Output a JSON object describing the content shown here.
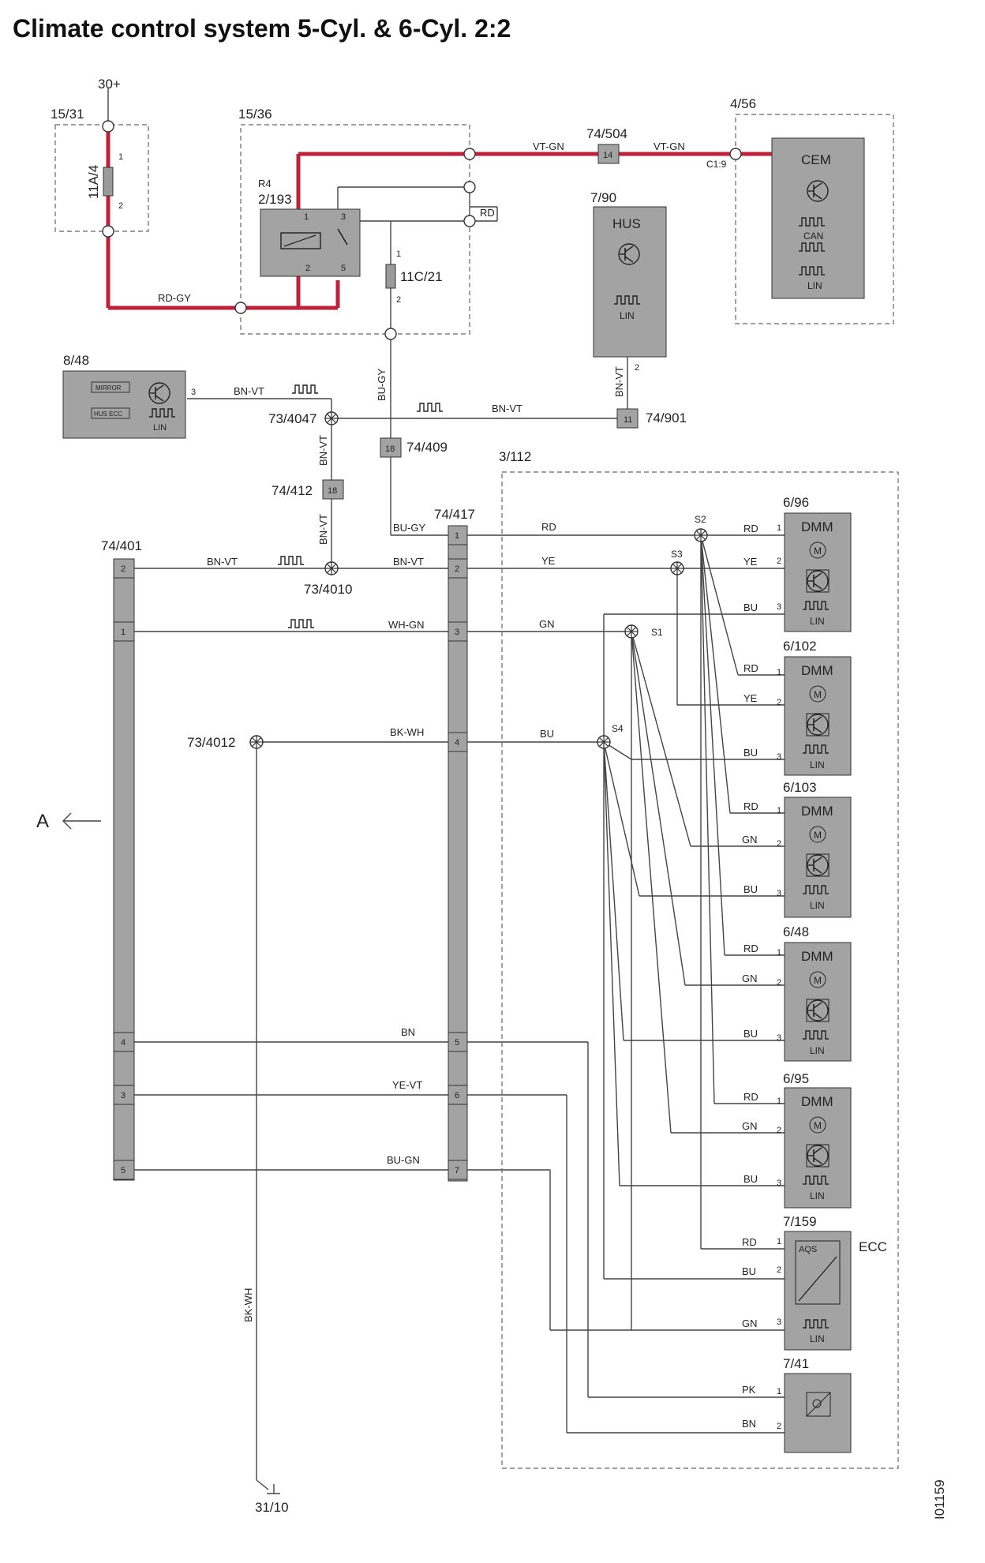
{
  "title": "Climate control system 5-Cyl. & 6-Cyl. 2:2",
  "doc_id": "I01159",
  "supply": "30+",
  "ground": "31/10",
  "arrow_label": "A",
  "fuse_block": {
    "ref": "15/31",
    "fuse": "11A/4",
    "pin1": "1",
    "pin2": "2"
  },
  "relay_block": {
    "ref": "15/36",
    "relay": "R4",
    "relay_ref": "2/193",
    "fuse": "11C/21",
    "pins": [
      "1",
      "3",
      "2",
      "5"
    ],
    "fuse_pin1": "1",
    "fuse_pin2": "2"
  },
  "cem": {
    "ref": "4/56",
    "name": "CEM",
    "can": "CAN",
    "lin": "LIN",
    "pin": "C1:9"
  },
  "hus": {
    "ref": "7/90",
    "name": "HUS",
    "lin": "LIN",
    "pin": "2"
  },
  "mirror_module": {
    "ref": "8/48",
    "mirror": "MIRROR",
    "hus_ecc": "HUS ECC",
    "lin": "LIN",
    "pin": "3"
  },
  "connectors": {
    "c74_504": {
      "ref": "74/504",
      "pin": "14"
    },
    "c74_901": {
      "ref": "74/901",
      "pin": "11"
    },
    "c74_409": {
      "ref": "74/409",
      "pin": "18"
    },
    "c74_412": {
      "ref": "74/412",
      "pin": "18"
    },
    "c74_401": {
      "ref": "74/401",
      "pins": [
        "2",
        "1",
        "4",
        "3",
        "5"
      ]
    },
    "c74_417": {
      "ref": "74/417",
      "pins": [
        "1",
        "2",
        "3",
        "4",
        "5",
        "6",
        "7"
      ]
    }
  },
  "splices": {
    "s4047": "73/4047",
    "s4010": "73/4010",
    "s4012": "73/4012",
    "S1": "S1",
    "S2": "S2",
    "S3": "S3",
    "S4": "S4"
  },
  "box_3_112": "3/112",
  "wires": {
    "rd_gy": "RD-GY",
    "vt_gn_a": "VT-GN",
    "vt_gn_b": "VT-GN",
    "rd_relay": "RD",
    "bn_vt_mirror": "BN-VT",
    "bn_vt_hus_h": "BN-VT",
    "bn_vt_hus_v": "BN-VT",
    "bu_gy_v": "BU-GY",
    "bu_gy_h": "BU-GY",
    "bn_vt_v1": "BN-VT",
    "bn_vt_v2": "BN-VT",
    "bn_vt_401": "BN-VT",
    "bn_vt_417": "BN-VT",
    "wh_gn": "WH-GN",
    "bk_wh_h": "BK-WH",
    "bn": "BN",
    "ye_vt": "YE-VT",
    "bu_gn": "BU-GN",
    "bk_wh_v": "BK-WH",
    "rd_bus": "RD",
    "ye_bus": "YE",
    "gn_bus": "GN",
    "bu_bus": "BU"
  },
  "dmm_modules": [
    {
      "ref": "6/96",
      "name": "DMM",
      "lin": "LIN",
      "w1": "RD",
      "w2": "YE",
      "w3": "BU",
      "p1": "1",
      "p2": "2",
      "p3": "3"
    },
    {
      "ref": "6/102",
      "name": "DMM",
      "lin": "LIN",
      "w1": "RD",
      "w2": "YE",
      "w3": "BU",
      "p1": "1",
      "p2": "2",
      "p3": "3"
    },
    {
      "ref": "6/103",
      "name": "DMM",
      "lin": "LIN",
      "w1": "RD",
      "w2": "GN",
      "w3": "BU",
      "p1": "1",
      "p2": "2",
      "p3": "3"
    },
    {
      "ref": "6/48",
      "name": "DMM",
      "lin": "LIN",
      "w1": "RD",
      "w2": "GN",
      "w3": "BU",
      "p1": "1",
      "p2": "2",
      "p3": "3"
    },
    {
      "ref": "6/95",
      "name": "DMM",
      "lin": "LIN",
      "w1": "RD",
      "w2": "GN",
      "w3": "BU",
      "p1": "1",
      "p2": "2",
      "p3": "3"
    }
  ],
  "ecc": {
    "ref": "7/159",
    "name": "ECC",
    "aqs": "AQS",
    "lin": "LIN",
    "w1": "RD",
    "w2": "BU",
    "w3": "GN",
    "p1": "1",
    "p2": "2",
    "p3": "3"
  },
  "sensor_7_41": {
    "ref": "7/41",
    "w1": "PK",
    "w2": "BN",
    "p1": "1",
    "p2": "2"
  },
  "colors": {
    "power_wire": "#c0213a",
    "module_fill": "#a3a3a3",
    "box_fill": "#9a9a9a",
    "line": "#444444"
  }
}
